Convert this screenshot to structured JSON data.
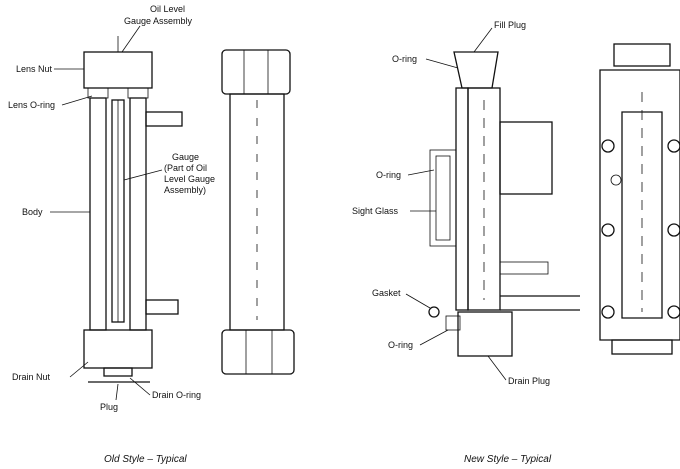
{
  "old_style": {
    "caption": "Old Style – Typical",
    "labels": {
      "oil_level_gauge_assembly_line1": "Oil Level",
      "oil_level_gauge_assembly_line2": "Gauge Assembly",
      "lens_nut": "Lens Nut",
      "lens_o_ring": "Lens O-ring",
      "body": "Body",
      "gauge_line1": "Gauge",
      "gauge_line2": "(Part of Oil",
      "gauge_line3": "Level Gauge",
      "gauge_line4": "Assembly)",
      "drain_nut": "Drain Nut",
      "drain_o_ring": "Drain O-ring",
      "plug": "Plug"
    }
  },
  "new_style": {
    "caption": "New Style – Typical",
    "labels": {
      "fill_plug": "Fill Plug",
      "o_ring_top": "O-ring",
      "o_ring_mid": "O-ring",
      "sight_glass": "Sight Glass",
      "gasket": "Gasket",
      "o_ring_bottom": "O-ring",
      "drain_plug": "Drain Plug"
    }
  }
}
